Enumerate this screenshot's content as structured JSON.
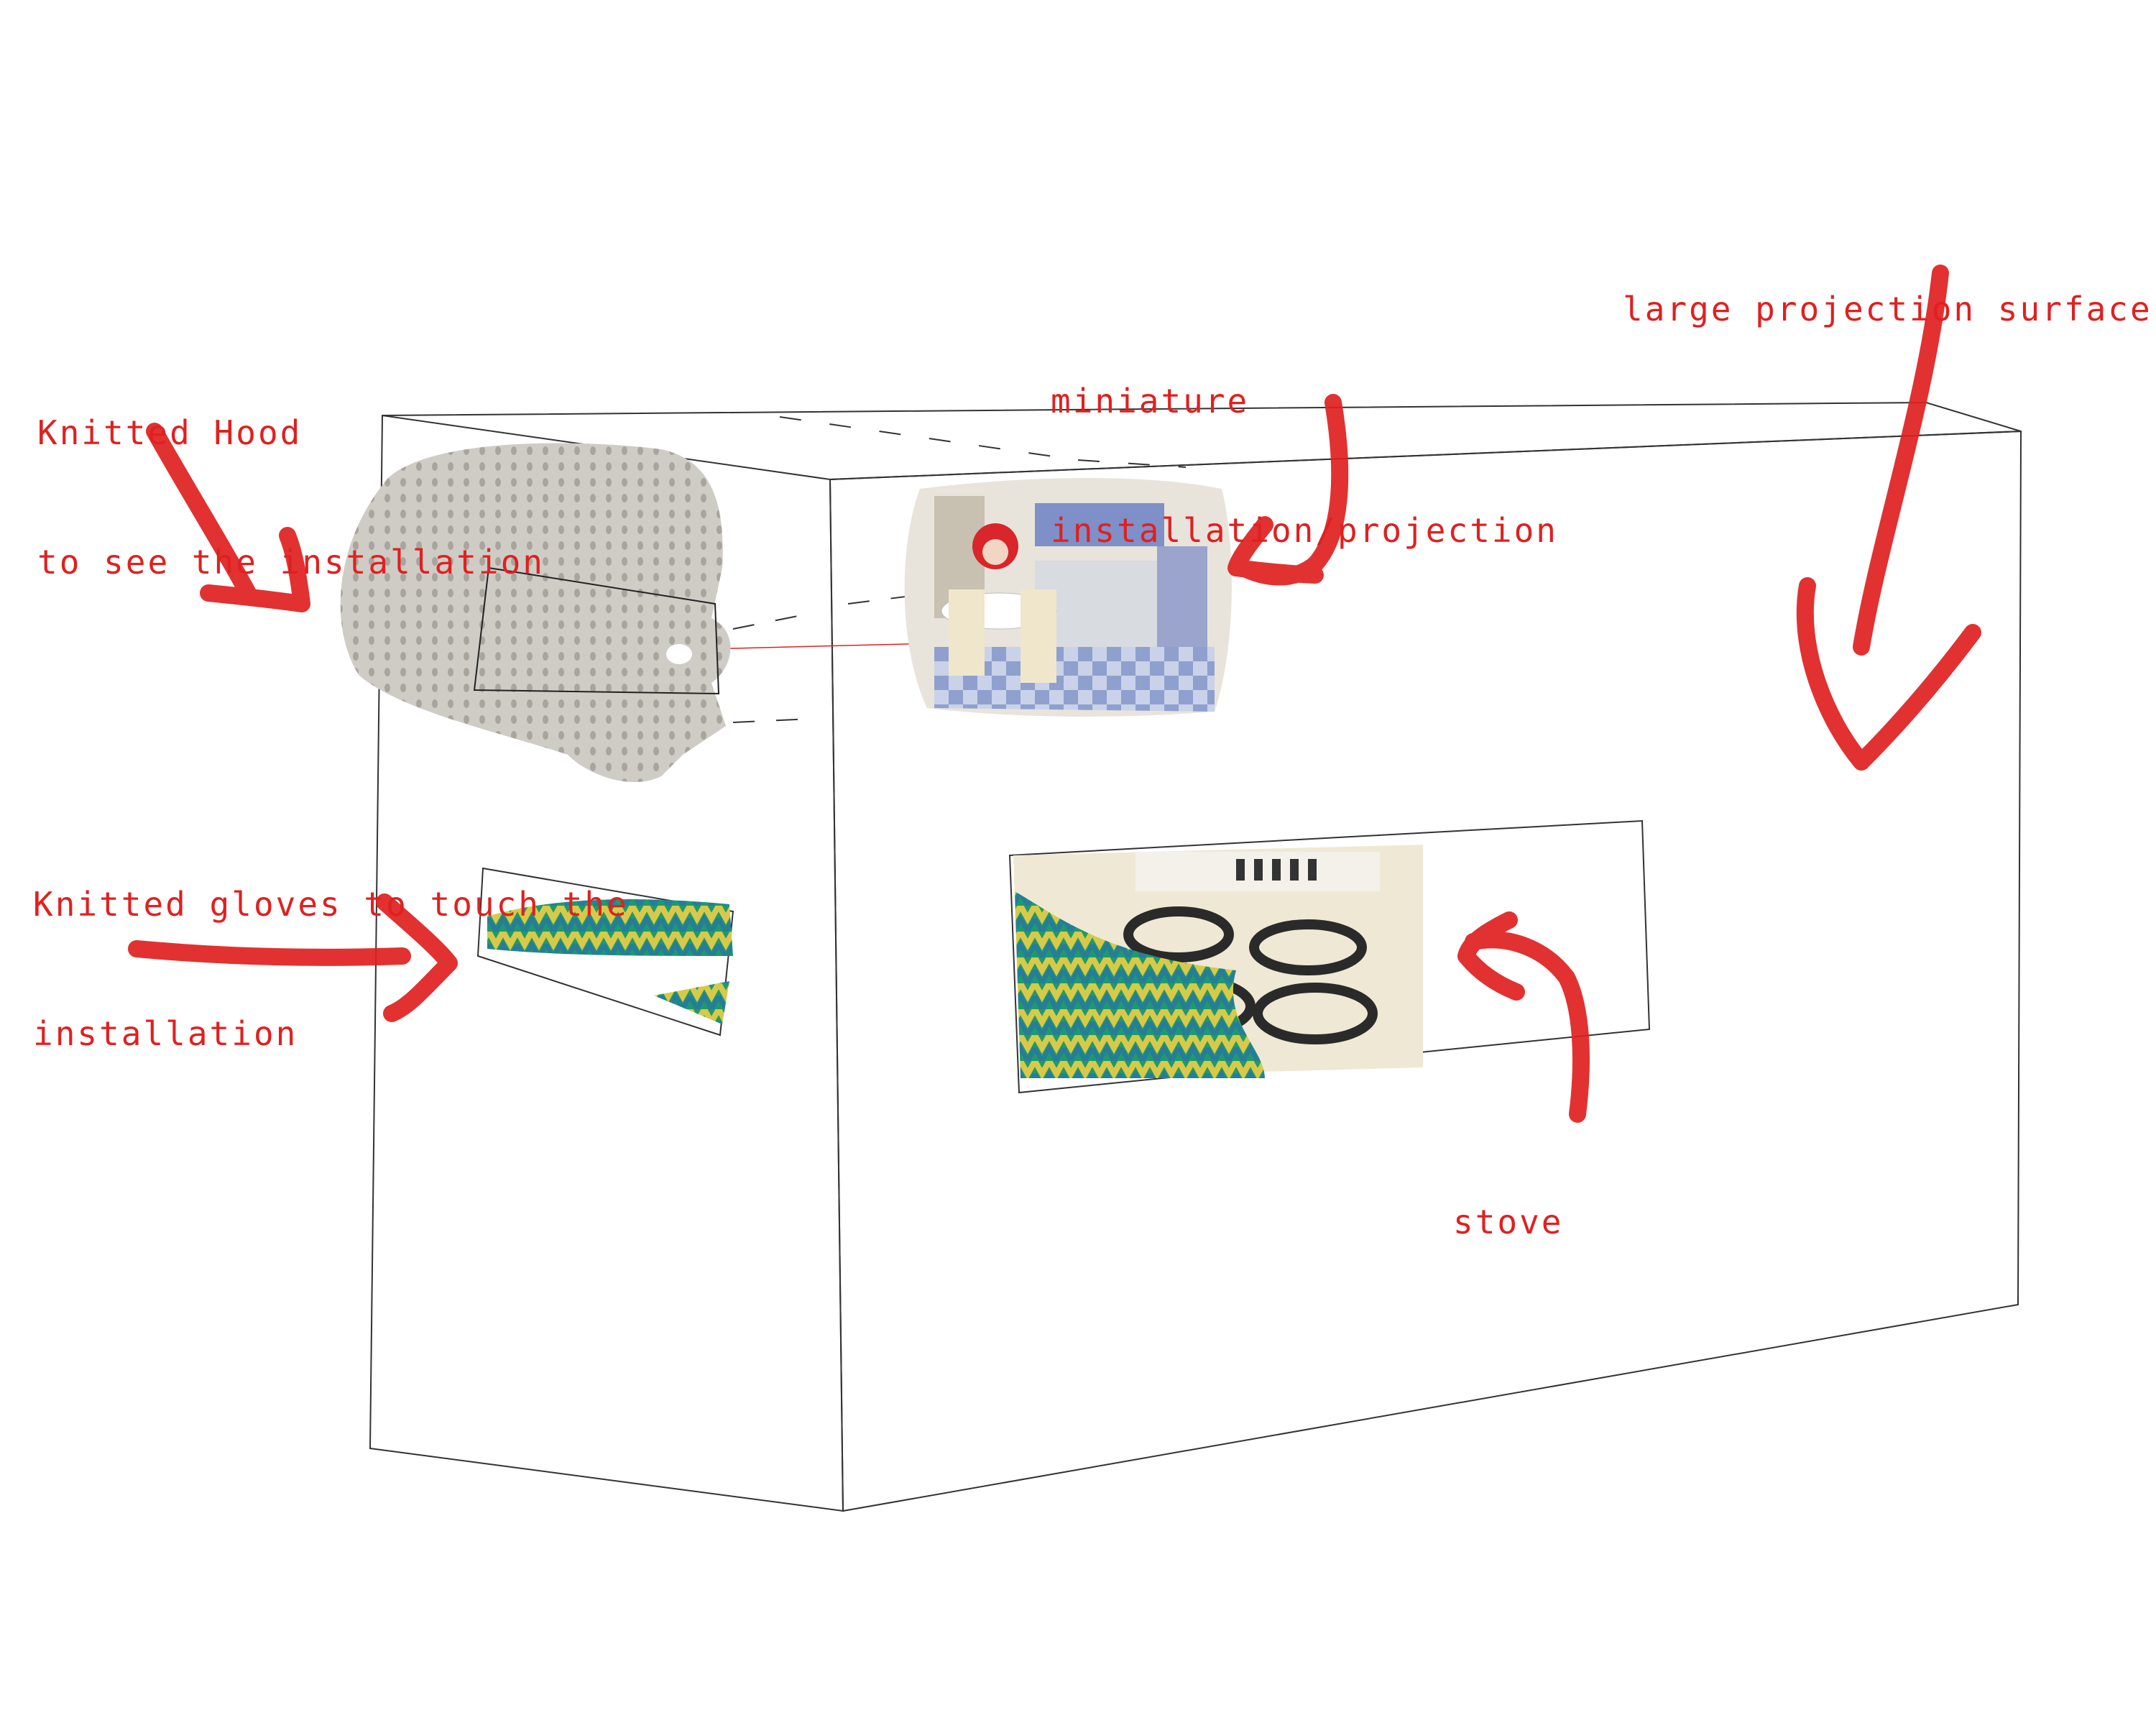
{
  "labels": {
    "hood_line1": "Knitted Hood",
    "hood_line2": "to see the installation",
    "miniature_line1": "miniature",
    "miniature_line2": "installation/projection",
    "projection": "large projection surface",
    "gloves_line1": "Knitted gloves to touch the",
    "gloves_line2": "installation",
    "stove": "stove"
  },
  "icons": {
    "hood": "knitted-hood-image",
    "dollhouse": "miniature-kitchen-photo",
    "gloves": "knitted-texture-swatch",
    "stove": "stove-photo",
    "arrows": "red-hand-drawn-arrow"
  },
  "colors": {
    "annotation": "#e02020",
    "lines": "#333333",
    "knit_green": "#1f9a6a",
    "knit_yellow": "#d8c94a",
    "knit_blue": "#2a6fb0",
    "hood_gray": "#c9c6c0"
  }
}
